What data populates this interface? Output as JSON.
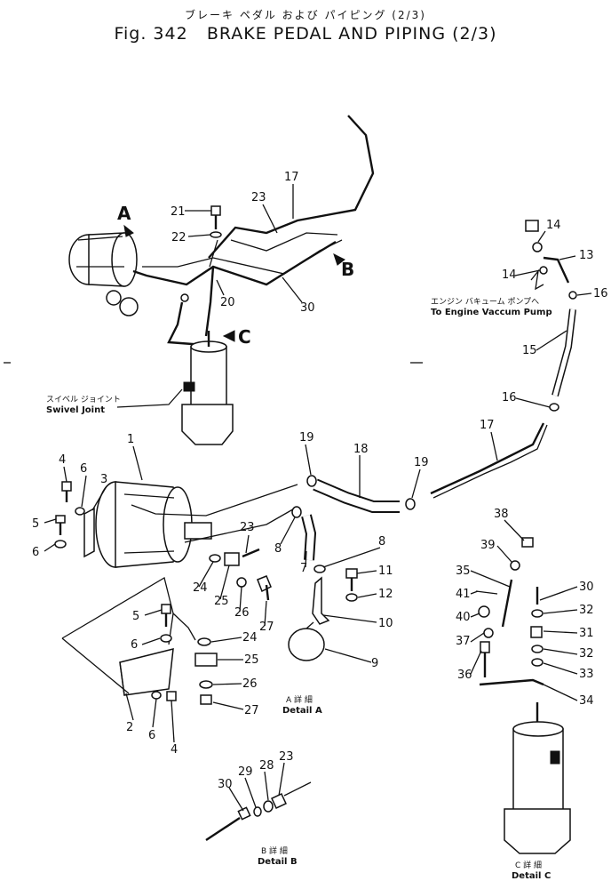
{
  "header": {
    "japanese_title": "ブレーキ ペダル および パイピング (2/3)",
    "fig_label": "Fig. 342",
    "title": "BRAKE PEDAL AND PIPING (2/3)"
  },
  "view_markers": {
    "a": "A",
    "b": "B",
    "c": "C"
  },
  "callouts": {
    "n1": "1",
    "n2": "2",
    "n3": "3",
    "n4a": "4",
    "n4b": "4",
    "n5a": "5",
    "n5b": "5",
    "n6a": "6",
    "n6b": "6",
    "n6c": "6",
    "n6d": "6",
    "n7": "7",
    "n8a": "8",
    "n8b": "8",
    "n9": "9",
    "n10": "10",
    "n11": "11",
    "n12": "12",
    "n13": "13",
    "n14a": "14",
    "n14b": "14",
    "n15": "15",
    "n16a": "16",
    "n16b": "16",
    "n17a": "17",
    "n17b": "17",
    "n18": "18",
    "n19a": "19",
    "n19b": "19",
    "n20": "20",
    "n21": "21",
    "n22": "22",
    "n23a": "23",
    "n23b": "23",
    "n23c": "23",
    "n24a": "24",
    "n24b": "24",
    "n25a": "25",
    "n25b": "25",
    "n26a": "26",
    "n26b": "26",
    "n27a": "27",
    "n27b": "27",
    "n28": "28",
    "n29": "29",
    "n30a": "30",
    "n30b": "30",
    "n30c": "30",
    "n31": "31",
    "n32a": "32",
    "n32b": "32",
    "n33": "33",
    "n34": "34",
    "n35": "35",
    "n36": "36",
    "n37": "37",
    "n38": "38",
    "n39": "39",
    "n40": "40",
    "n41": "41"
  },
  "notes": {
    "swivel_jp": "スイベル ジョイント",
    "swivel_en": "Swivel Joint",
    "pump_jp": "エンジン バキューム ポンプへ",
    "pump_en": "To Engine Vaccum Pump",
    "detail_a_jp": "A 詳 細",
    "detail_a_en": "Detail A",
    "detail_b_jp": "B 詳 細",
    "detail_b_en": "Detail B",
    "detail_c_jp": "C 詳 細",
    "detail_c_en": "Detail C"
  }
}
